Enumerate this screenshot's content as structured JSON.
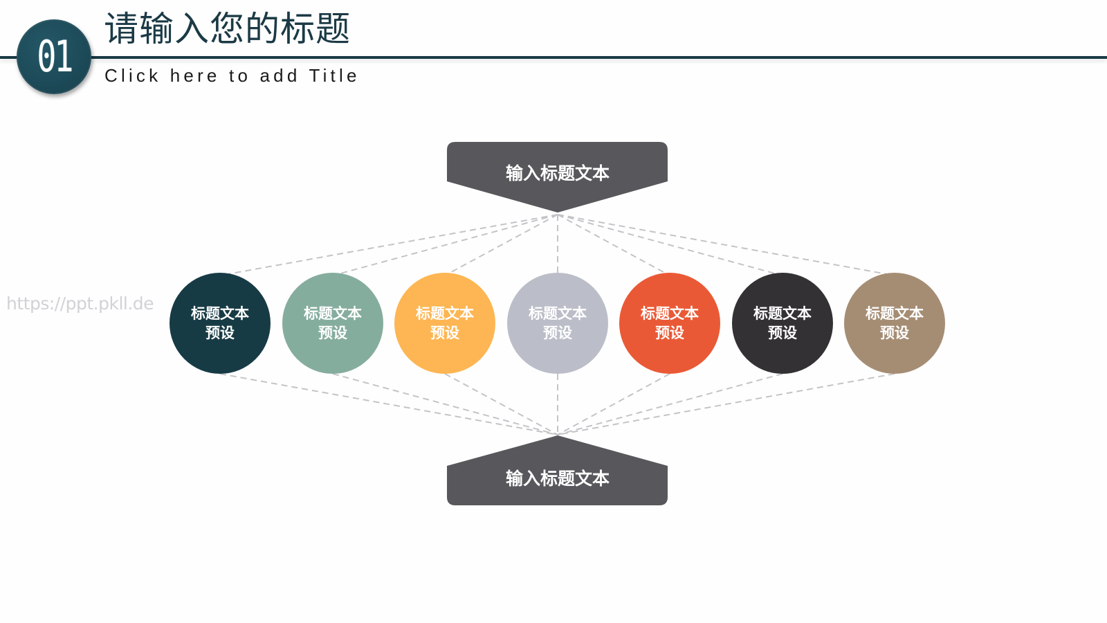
{
  "header": {
    "badge_number": "01",
    "title": "请输入您的标题",
    "subtitle": "Click here to add Title",
    "accent_color": "#1b3a45",
    "badge_color": "#1e4a58"
  },
  "watermark": "https://ppt.pkll.de",
  "diagram": {
    "top_box": {
      "label": "输入标题文本",
      "color": "#58575b"
    },
    "bottom_box": {
      "label": "输入标题文本",
      "color": "#58575b"
    },
    "connector_color": "#c4c4c8",
    "nodes": [
      {
        "line1": "标题文本",
        "line2": "预设",
        "color": "#173b45"
      },
      {
        "line1": "标题文本",
        "line2": "预设",
        "color": "#85ad9d"
      },
      {
        "line1": "标题文本",
        "line2": "预设",
        "color": "#fdb653"
      },
      {
        "line1": "标题文本",
        "line2": "预设",
        "color": "#bbbec8"
      },
      {
        "line1": "标题文本",
        "line2": "预设",
        "color": "#ea5935"
      },
      {
        "line1": "标题文本",
        "line2": "预设",
        "color": "#333134"
      },
      {
        "line1": "标题文本",
        "line2": "预设",
        "color": "#a58d74"
      }
    ]
  }
}
